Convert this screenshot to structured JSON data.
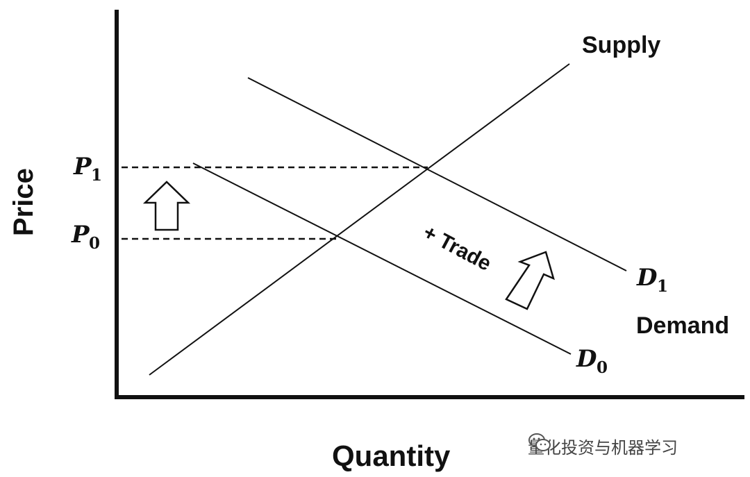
{
  "axes": {
    "x_label": "Quantity",
    "y_label": "Price"
  },
  "curves": {
    "supply_label": "Supply",
    "demand_label": "Demand",
    "d0_letter": "D",
    "d0_sub": "0",
    "d1_letter": "D",
    "d1_sub": "1"
  },
  "prices": {
    "p0_letter": "P",
    "p0_sub": "0",
    "p1_letter": "P",
    "p1_sub": "1"
  },
  "annotation": {
    "trade_label": "+ Trade"
  },
  "watermark": {
    "text": "量化投资与机器学习",
    "icon": "wechat-icon"
  },
  "colors": {
    "line": "#111111",
    "text": "#111111"
  }
}
